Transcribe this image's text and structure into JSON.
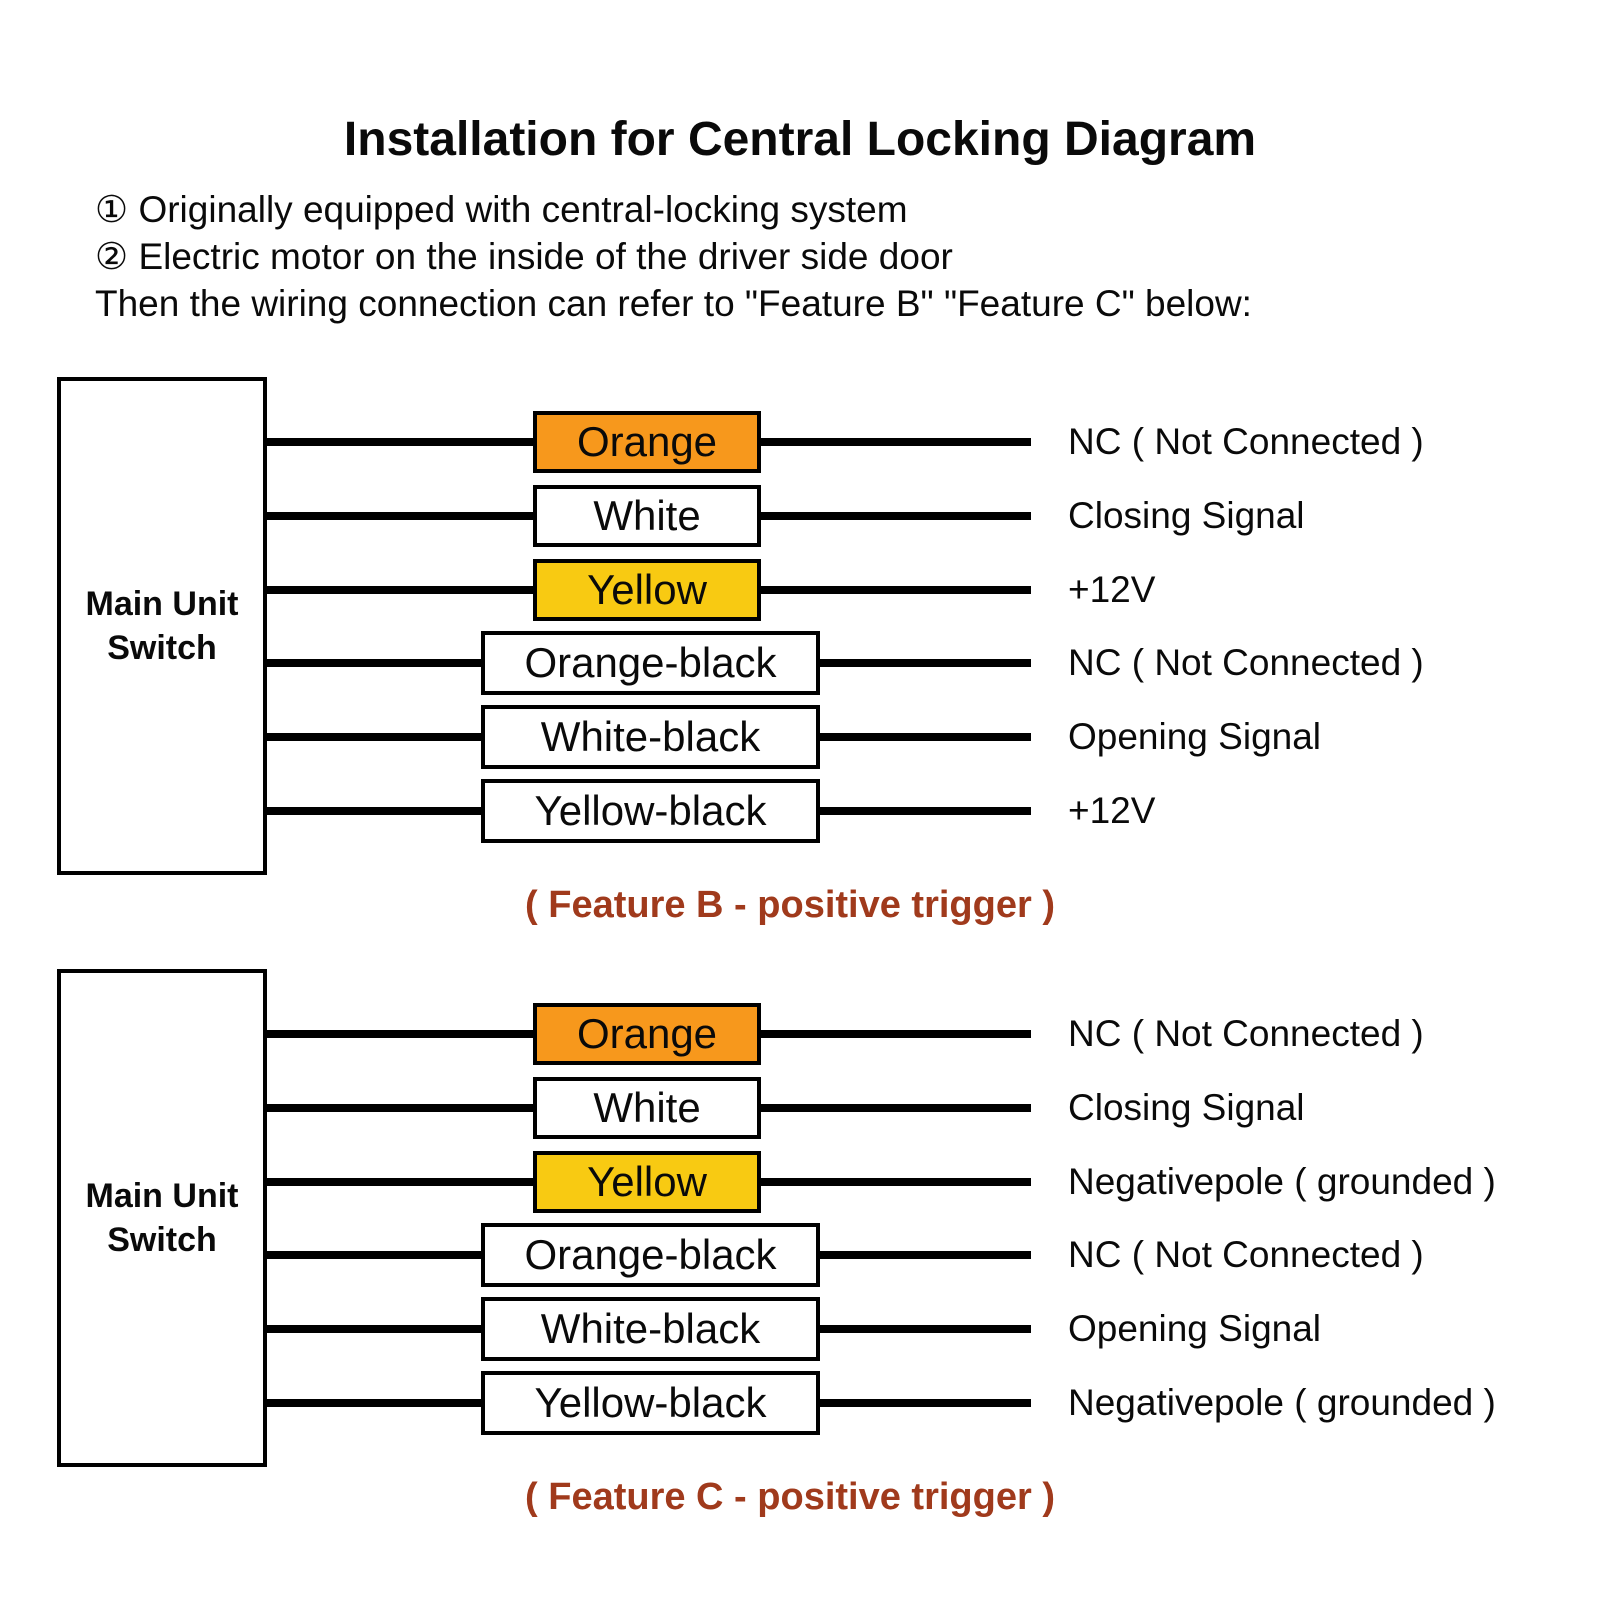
{
  "title": "Installation for Central Locking Diagram",
  "notes": [
    "① Originally equipped with central-locking system",
    "② Electric motor on the inside of the driver side door",
    "Then the wiring connection can refer to \"Feature B\" \"Feature C\" below:"
  ],
  "colors": {
    "orange": "#F7981C",
    "yellow": "#F8CA12",
    "white": "#FFFFFF",
    "wire": "#000000",
    "caption": "#A03A1C"
  },
  "diagrams": [
    {
      "switch_line1": "Main Unit",
      "switch_line2": "Switch",
      "caption": "( Feature B - positive trigger )",
      "rows": [
        {
          "wire": "Orange",
          "fill": "orange",
          "signal": "NC ( Not Connected )"
        },
        {
          "wire": "White",
          "fill": "white",
          "signal": "Closing Signal"
        },
        {
          "wire": "Yellow",
          "fill": "yellow",
          "signal": "+12V"
        },
        {
          "wire": "Orange-black",
          "fill": "white",
          "signal": "NC ( Not Connected )"
        },
        {
          "wire": "White-black",
          "fill": "white",
          "signal": "Opening Signal"
        },
        {
          "wire": "Yellow-black",
          "fill": "white",
          "signal": "+12V"
        }
      ]
    },
    {
      "switch_line1": "Main Unit",
      "switch_line2": "Switch",
      "caption": "( Feature C - positive trigger )",
      "rows": [
        {
          "wire": "Orange",
          "fill": "orange",
          "signal": "NC ( Not Connected )"
        },
        {
          "wire": "White",
          "fill": "white",
          "signal": "Closing Signal"
        },
        {
          "wire": "Yellow",
          "fill": "yellow",
          "signal": "Negativepole ( grounded )"
        },
        {
          "wire": "Orange-black",
          "fill": "white",
          "signal": "NC ( Not Connected )"
        },
        {
          "wire": "White-black",
          "fill": "white",
          "signal": "Opening Signal"
        },
        {
          "wire": "Yellow-black",
          "fill": "white",
          "signal": "Negativepole ( grounded )"
        }
      ]
    }
  ]
}
